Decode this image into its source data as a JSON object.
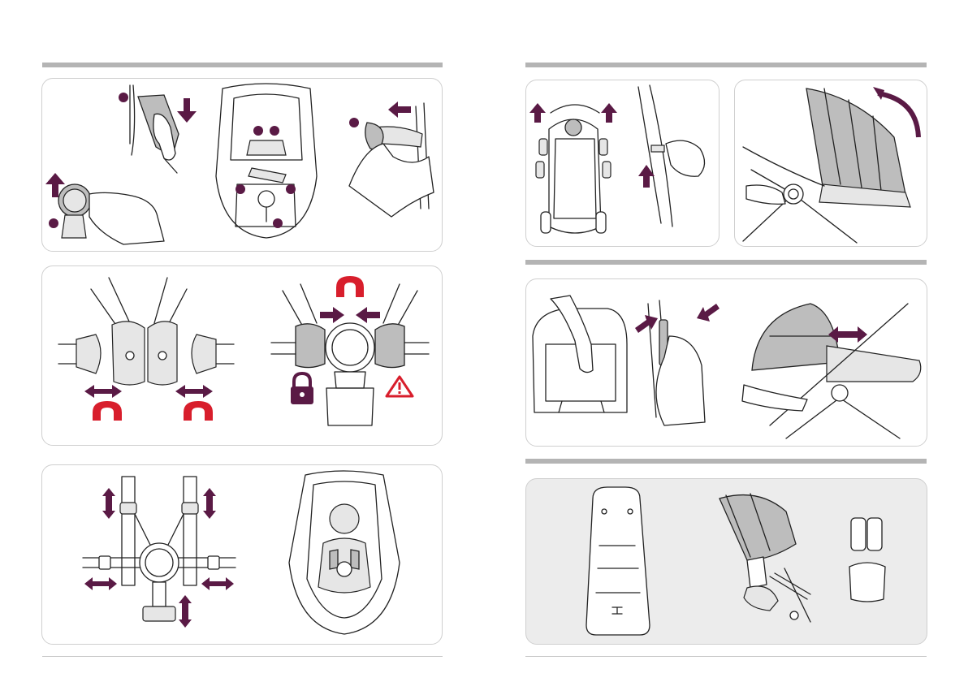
{
  "colors": {
    "accent": "#5a1a45",
    "magnet_red": "#d81e2c",
    "warning_red": "#d81e2c",
    "rule_grey": "#b4b4b4",
    "panel_border": "#cfcfcf",
    "panel_grey_fill": "#ececec"
  },
  "left_page": {
    "panels": [
      {
        "name": "fabric-removal",
        "icons": [
          "step-dot",
          "arrow-down-icon",
          "arrow-up-icon",
          "arrow-left-icon"
        ]
      },
      {
        "name": "magnetic-buckle",
        "icons": [
          "double-arrow-icon",
          "magnet-icon",
          "lock-icon",
          "warning-icon"
        ]
      },
      {
        "name": "harness-adjust",
        "icons": [
          "double-arrow-icon"
        ]
      }
    ]
  },
  "right_page": {
    "panels": [
      {
        "name": "canopy-attach",
        "icons": [
          "arrow-up-icon",
          "curved-arrow-icon"
        ]
      },
      {
        "name": "seat-unit",
        "icons": [
          "arrow-left-icon",
          "double-arrow-icon"
        ]
      },
      {
        "name": "accessories",
        "icons": []
      }
    ]
  }
}
